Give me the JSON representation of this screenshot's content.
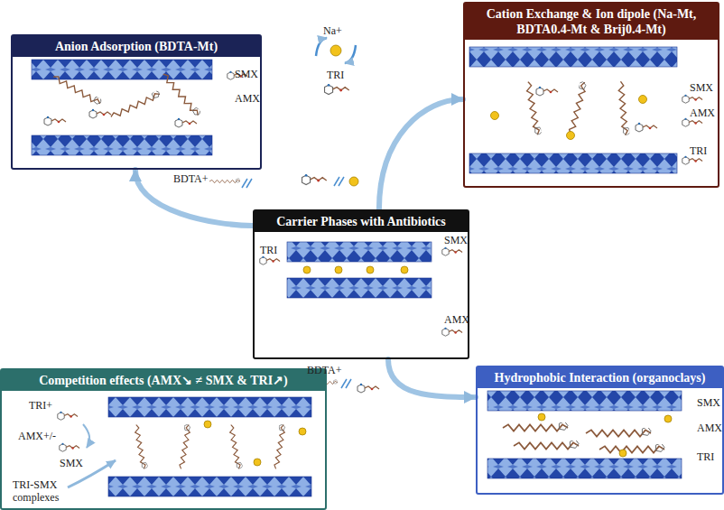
{
  "diagram": {
    "nodes": [
      {
        "text": [
          "Anion Adsorption (BDTA-Mt)",
          "SMX",
          "AMX"
        ]
      },
      {
        "text": [
          "Cation Exchange & Ion dipole (Na-Mt, BDTA0.4-Mt & Brij0.4-Mt)",
          "SMX",
          "AMX",
          "TRI"
        ]
      },
      {
        "text": [
          "Carrier Phases with Antibiotics",
          "TRI",
          "SMX",
          "AMX"
        ]
      },
      {
        "text": [
          "Competition effects (AMX↘ ≠ SMX & TRI↗)",
          "TRI+",
          "AMX+/-",
          "SMX",
          "TRI-SMX complexes"
        ]
      },
      {
        "text": [
          "Hydrophobic Interaction (organoclays)",
          "SMX",
          "AMX",
          "TRI"
        ]
      }
    ],
    "edges": [
      {
        "from": 2,
        "to": 0,
        "arrow": "to"
      },
      {
        "from": 2,
        "to": 1,
        "arrow": "to"
      },
      {
        "from": 2,
        "to": 4,
        "arrow": "to"
      }
    ],
    "labels": [
      "Na+",
      "TRI",
      "BDTA+",
      "BDTA+"
    ]
  }
}
